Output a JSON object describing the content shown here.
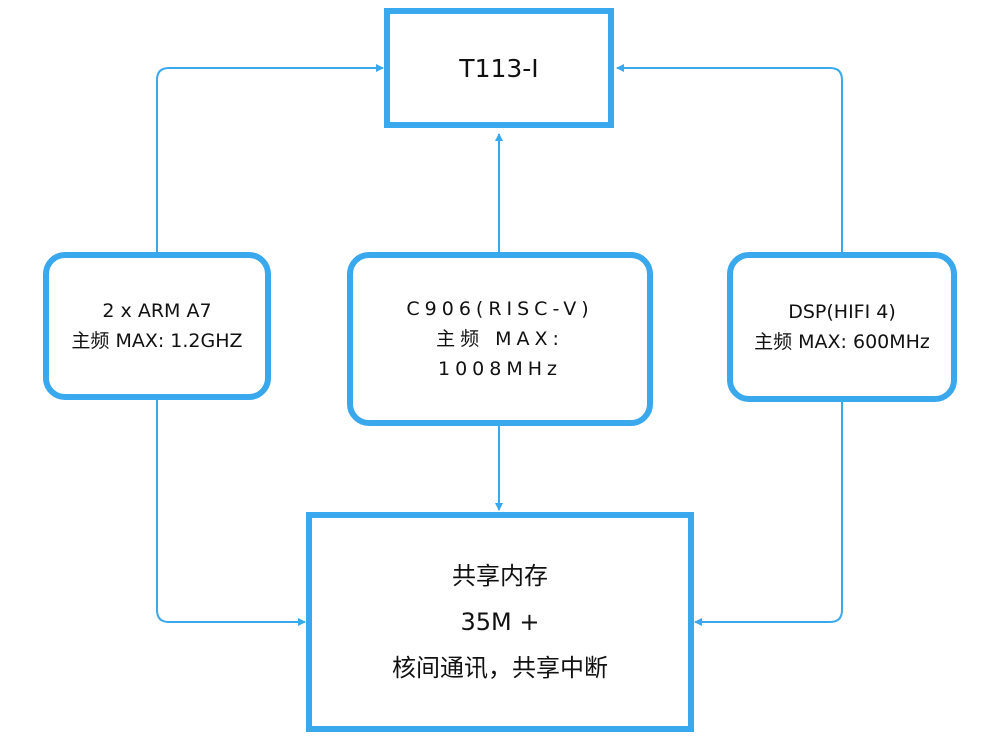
{
  "top_box": {
    "line1": "T113-I"
  },
  "left_box": {
    "line1": "2 x ARM A7",
    "line2": "主频 MAX: 1.2GHZ"
  },
  "center_box": {
    "line1": "C906(RISC-V)",
    "line2": "主频 MAX:",
    "line3": "1008MHz"
  },
  "right_box": {
    "line1": "DSP(HIFI 4)",
    "line2": "主频 MAX: 600MHz"
  },
  "bottom_box": {
    "line1": "共享内存",
    "line2": "35M +",
    "line3": "核间通讯，共享中断"
  },
  "colors": {
    "accent": "#3aa8ec"
  }
}
